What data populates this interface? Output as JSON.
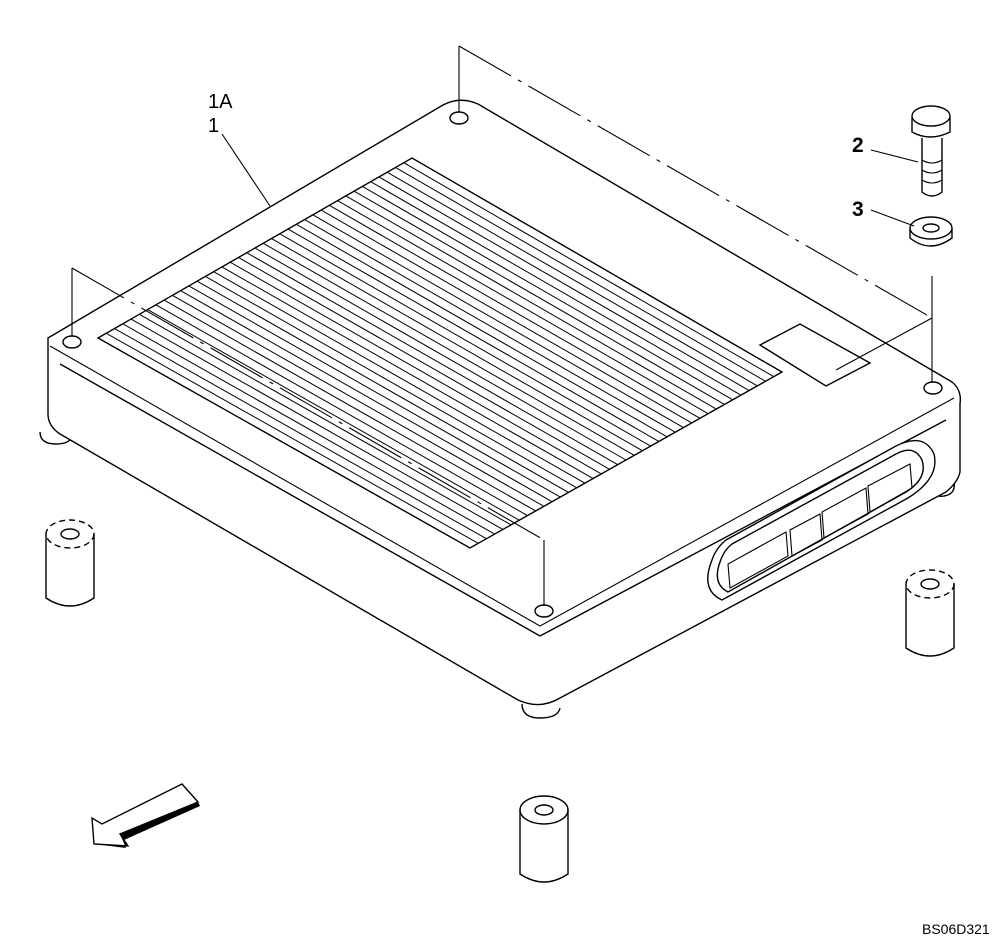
{
  "labels": {
    "main_unit_1A": "1A",
    "main_unit_1": "1",
    "bolt": "2",
    "washer": "3"
  },
  "drawing_code": "BS06D321",
  "icons": {
    "direction_arrow": "front-direction-arrow-icon"
  }
}
